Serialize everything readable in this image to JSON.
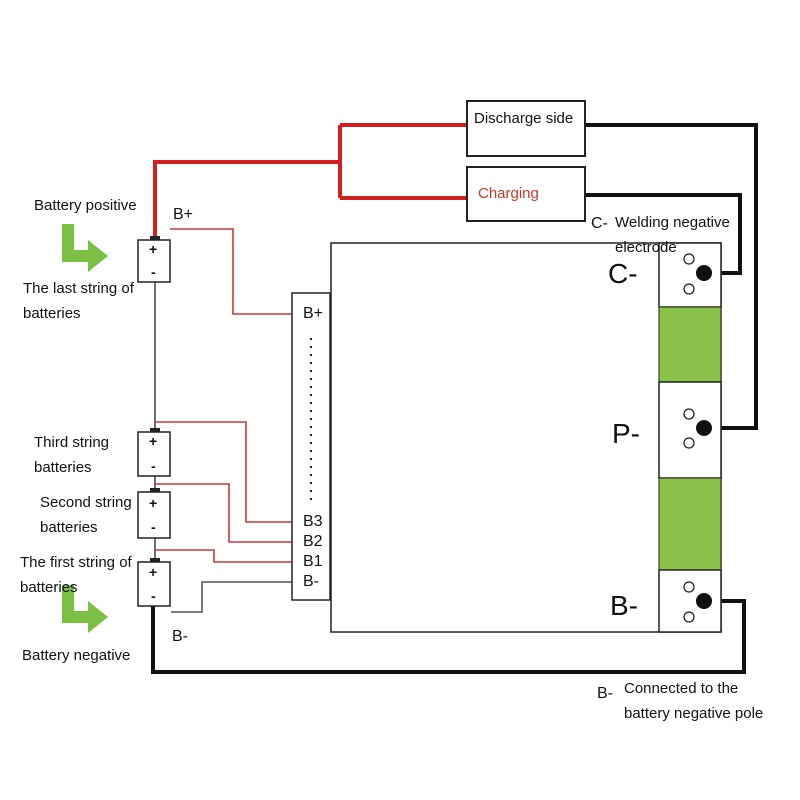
{
  "boxes": {
    "discharge": "Discharge side",
    "charging": "Charging"
  },
  "labels": {
    "battery_positive": "Battery positive",
    "b_plus_top": "B+",
    "last_string_1": "The last string of",
    "last_string_2": "batteries",
    "third_string_1": "Third string",
    "third_string_2": "batteries",
    "second_string_1": "Second string",
    "second_string_2": "batteries",
    "first_string_1": "The first string of",
    "first_string_2": "batteries",
    "b_minus_bottom": "B-",
    "battery_negative": "Battery negative",
    "c_minus_note_prefix": "C-",
    "c_minus_note_1": "Welding negative",
    "c_minus_note_2": "electrode",
    "b_minus_note_prefix": "B-",
    "b_minus_note_1": "Connected to the",
    "b_minus_note_2": "battery negative pole"
  },
  "connector_pins": [
    "B+",
    "B3",
    "B2",
    "B1",
    "B-"
  ],
  "board_terminals": [
    "C-",
    "P-",
    "B-"
  ],
  "cell_signs": {
    "plus": "+",
    "minus": "-"
  },
  "colors": {
    "red_wire": "#d41f1f",
    "black_wire": "#111111",
    "thin_red_wire": "#c43a3a",
    "green_pad": "#8bc34a",
    "arrow_green": "#7ac143",
    "charging_text": "#c0392b"
  }
}
